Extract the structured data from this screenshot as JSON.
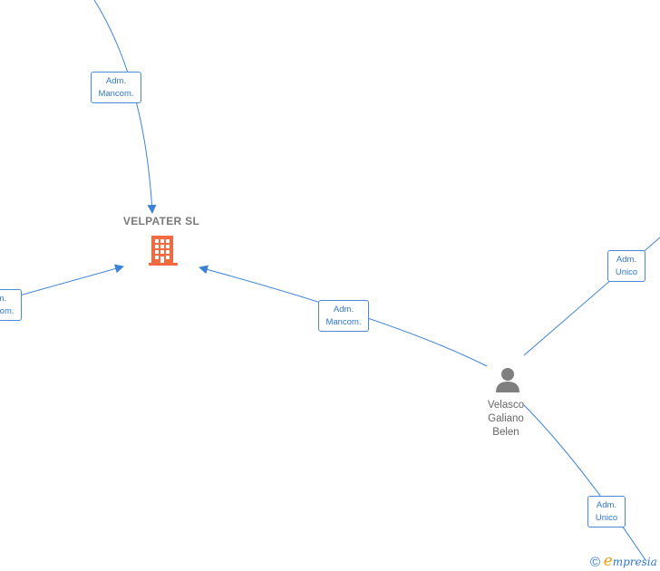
{
  "company": {
    "name": "VELPATER  SL",
    "icon": "building-icon",
    "color": "#f26a3d"
  },
  "person": {
    "name_lines": [
      "Velasco",
      "Galiano",
      "Belen"
    ],
    "icon": "person-icon",
    "color": "#7f7f7f"
  },
  "relations": [
    {
      "line1": "Adm.",
      "line2": "Mancom."
    },
    {
      "line1": "Adm.",
      "line2": "Mancom."
    },
    {
      "line1": "Adm.",
      "line2": "Mancom."
    },
    {
      "line1": "Adm.",
      "line2": "Unico"
    },
    {
      "line1": "Adm.",
      "line2": "Unico"
    }
  ],
  "colors": {
    "edge": "#3b82d6",
    "label_text": "#2f78cc"
  },
  "brand": {
    "copyright": "©",
    "initial": "e",
    "rest": "mpresia"
  }
}
